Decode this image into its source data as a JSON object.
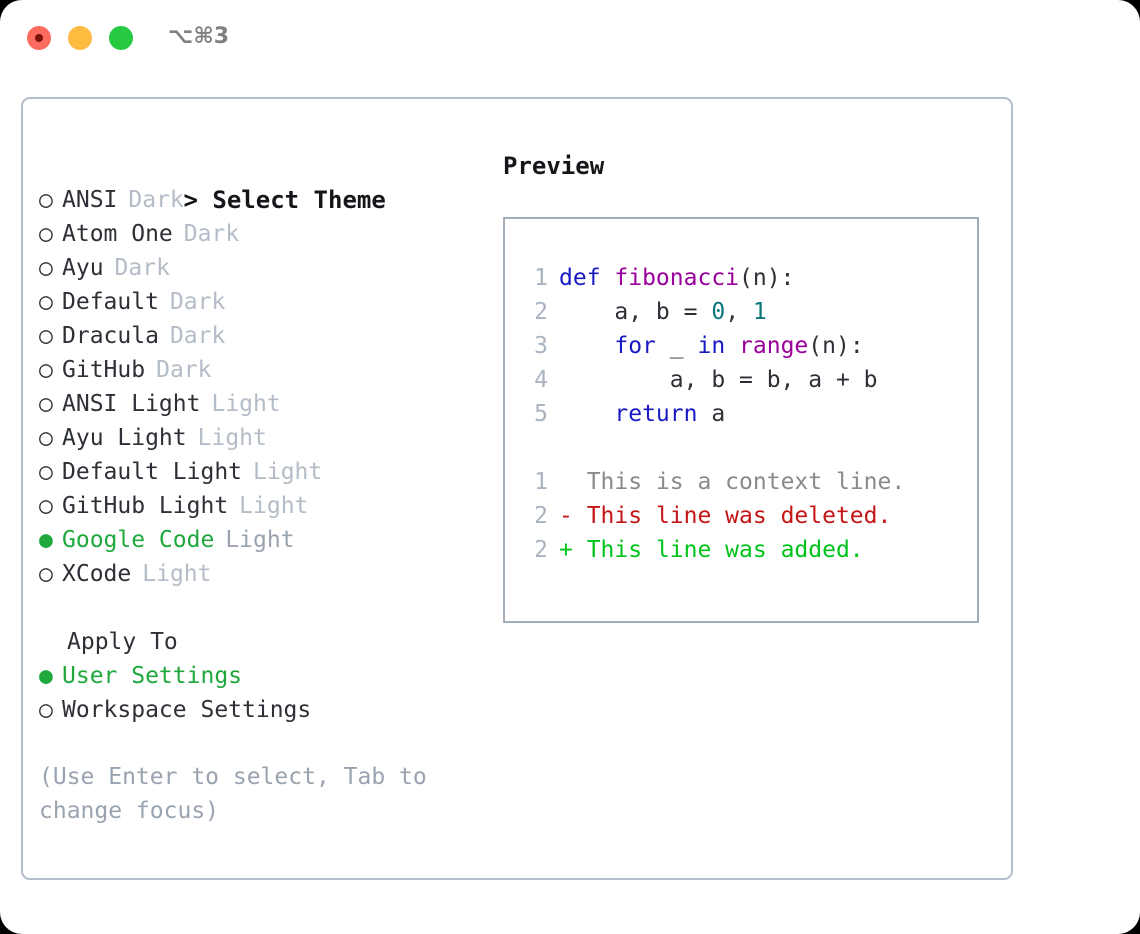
{
  "window": {
    "traffic_lights": [
      "close-button",
      "minimize-button",
      "maximize-button"
    ],
    "shortcut_label": "⌥⌘3"
  },
  "theme_picker": {
    "header": {
      "caret": ">",
      "title": "Select Theme"
    },
    "bullets": {
      "unselected": "○",
      "selected": "●"
    },
    "themes": [
      {
        "label": "ANSI",
        "category": "Dark",
        "selected": false
      },
      {
        "label": "Atom One",
        "category": "Dark",
        "selected": false
      },
      {
        "label": "Ayu",
        "category": "Dark",
        "selected": false
      },
      {
        "label": "Default",
        "category": "Dark",
        "selected": false
      },
      {
        "label": "Dracula",
        "category": "Dark",
        "selected": false
      },
      {
        "label": "GitHub",
        "category": "Dark",
        "selected": false
      },
      {
        "label": "ANSI Light",
        "category": "Light",
        "selected": false
      },
      {
        "label": "Ayu Light",
        "category": "Light",
        "selected": false
      },
      {
        "label": "Default Light",
        "category": "Light",
        "selected": false
      },
      {
        "label": "GitHub Light",
        "category": "Light",
        "selected": false
      },
      {
        "label": "Google Code",
        "category": "Light",
        "selected": true
      },
      {
        "label": "XCode",
        "category": "Light",
        "selected": false
      }
    ],
    "apply_to": {
      "heading": "Apply To",
      "options": [
        {
          "label": "User Settings",
          "selected": true
        },
        {
          "label": "Workspace Settings",
          "selected": false
        }
      ]
    },
    "hint": "(Use Enter to select, Tab to change focus)"
  },
  "preview": {
    "title": "Preview",
    "code_lines": [
      {
        "number": "1",
        "tokens": [
          {
            "text": "def ",
            "type": "keyword"
          },
          {
            "text": "fibonacci",
            "type": "function"
          },
          {
            "text": "(n):",
            "type": "plain"
          }
        ]
      },
      {
        "number": "2",
        "tokens": [
          {
            "text": "    a, b = ",
            "type": "plain"
          },
          {
            "text": "0",
            "type": "number"
          },
          {
            "text": ", ",
            "type": "plain"
          },
          {
            "text": "1",
            "type": "number"
          }
        ]
      },
      {
        "number": "3",
        "tokens": [
          {
            "text": "    ",
            "type": "plain"
          },
          {
            "text": "for",
            "type": "keyword"
          },
          {
            "text": " _ ",
            "type": "plain"
          },
          {
            "text": "in",
            "type": "keyword"
          },
          {
            "text": " ",
            "type": "plain"
          },
          {
            "text": "range",
            "type": "function"
          },
          {
            "text": "(n):",
            "type": "plain"
          }
        ]
      },
      {
        "number": "4",
        "tokens": [
          {
            "text": "        a, b = b, a + b",
            "type": "plain"
          }
        ]
      },
      {
        "number": "5",
        "tokens": [
          {
            "text": "    ",
            "type": "plain"
          },
          {
            "text": "return",
            "type": "keyword"
          },
          {
            "text": " a",
            "type": "plain"
          }
        ]
      }
    ],
    "diff_lines": [
      {
        "number": "1",
        "marker": " ",
        "text": " This is a context line.",
        "type": "context"
      },
      {
        "number": "2",
        "marker": "-",
        "text": " This line was deleted.",
        "type": "deleted"
      },
      {
        "number": "2",
        "marker": "+",
        "text": " This line was added.",
        "type": "added"
      }
    ]
  },
  "colors": {
    "accent_green": "#1fa83c",
    "diff_added": "#00c41b",
    "diff_deleted": "#c41616",
    "muted": "#b4bcc8",
    "hint": "#9aa3b0",
    "keyword": "#1a1ac4",
    "function": "#99009b",
    "number": "#0a767c",
    "plain": "#2d3036",
    "border": "#a3aebd"
  }
}
